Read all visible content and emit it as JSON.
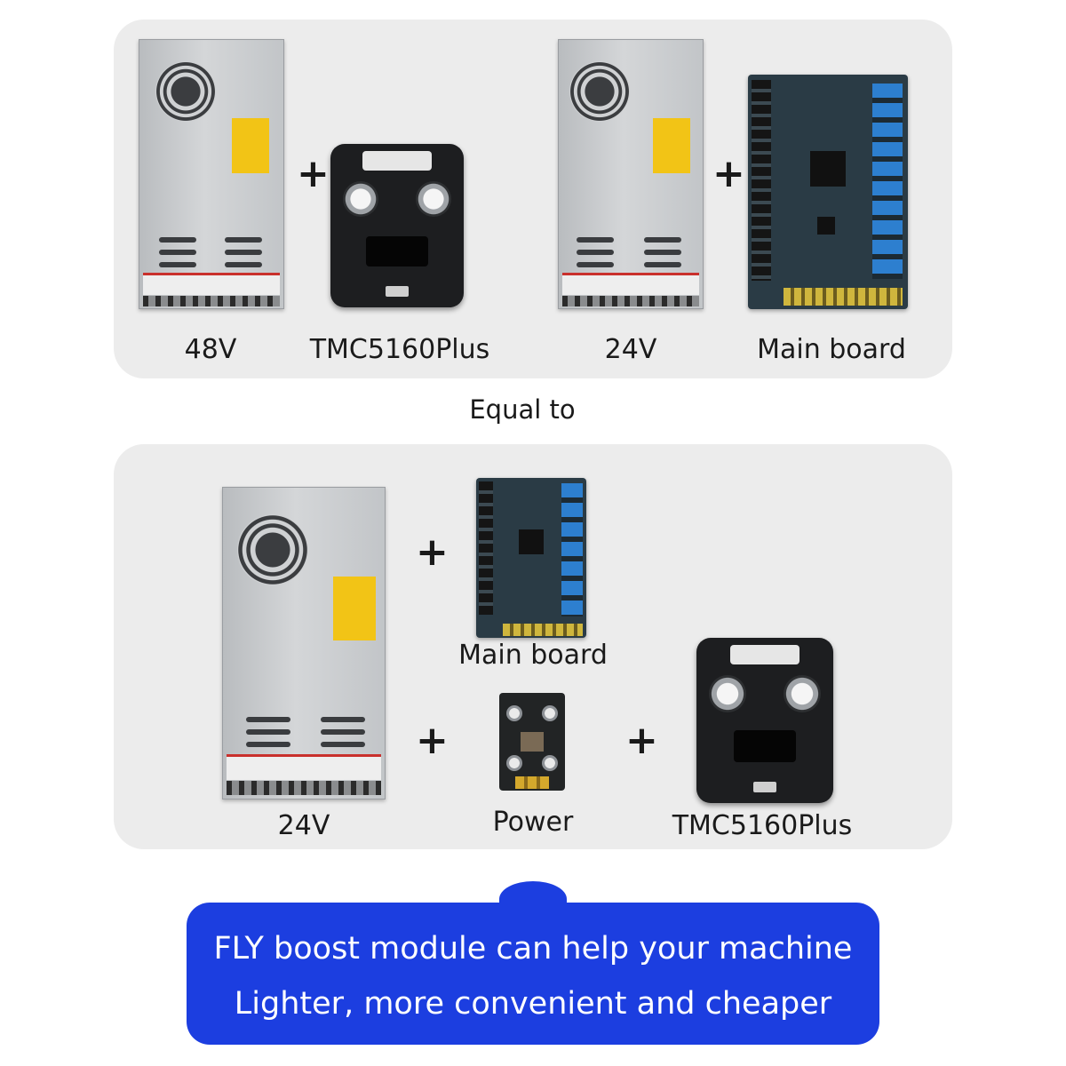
{
  "top": {
    "labels": {
      "psu1": "48V",
      "driver": "TMC5160Plus",
      "psu2": "24V",
      "board": "Main board"
    }
  },
  "middle": {
    "equal": "Equal to"
  },
  "bottom": {
    "labels": {
      "psu": "24V",
      "board": "Main board",
      "power": "Power",
      "driver": "TMC5160Plus"
    }
  },
  "plus_symbol": "+",
  "banner": {
    "line1": "FLY boost module can help your machine",
    "line2": "Lighter, more convenient and cheaper"
  },
  "colors": {
    "banner": "#1c3ee0",
    "panel": "#ececec"
  }
}
